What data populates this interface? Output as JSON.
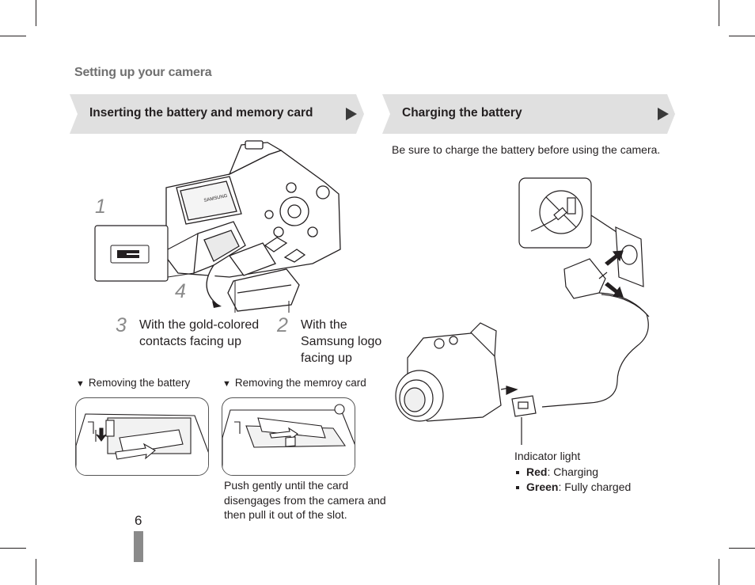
{
  "section_title": "Setting up your camera",
  "left_banner": {
    "title": "Inserting the battery and memory card"
  },
  "right_banner": {
    "title": "Charging the battery"
  },
  "charge_note": "Be sure to charge the battery before using the camera.",
  "steps": [
    {
      "number": "1",
      "text": ""
    },
    {
      "number": "2",
      "text_lines": [
        "With the",
        "Samsung logo",
        "facing up"
      ]
    },
    {
      "number": "3",
      "text_lines": [
        "With the gold-colored",
        "contacts facing up"
      ]
    },
    {
      "number": "4",
      "text": ""
    }
  ],
  "camera_brand_label": "SAMSUNG",
  "removing_battery": {
    "marker": "▼",
    "label": "Removing the battery"
  },
  "removing_card": {
    "marker": "▼",
    "label": "Removing the memroy card"
  },
  "push_note_lines": [
    "Push gently until the card",
    "disengages from the camera and",
    "then pull it out of the slot."
  ],
  "indicator": {
    "title": "Indicator light",
    "items": [
      {
        "color_name": "Red",
        "status": ": Charging"
      },
      {
        "color_name": "Green",
        "status": ": Fully charged"
      }
    ]
  },
  "page_number": "6",
  "colors": {
    "banner_fill": "#e0e0e0",
    "banner_arrow": "#3a3a3a",
    "section_title": "#707070",
    "step_number": "#8a8a8a",
    "page_tab": "#8a8a8a"
  }
}
